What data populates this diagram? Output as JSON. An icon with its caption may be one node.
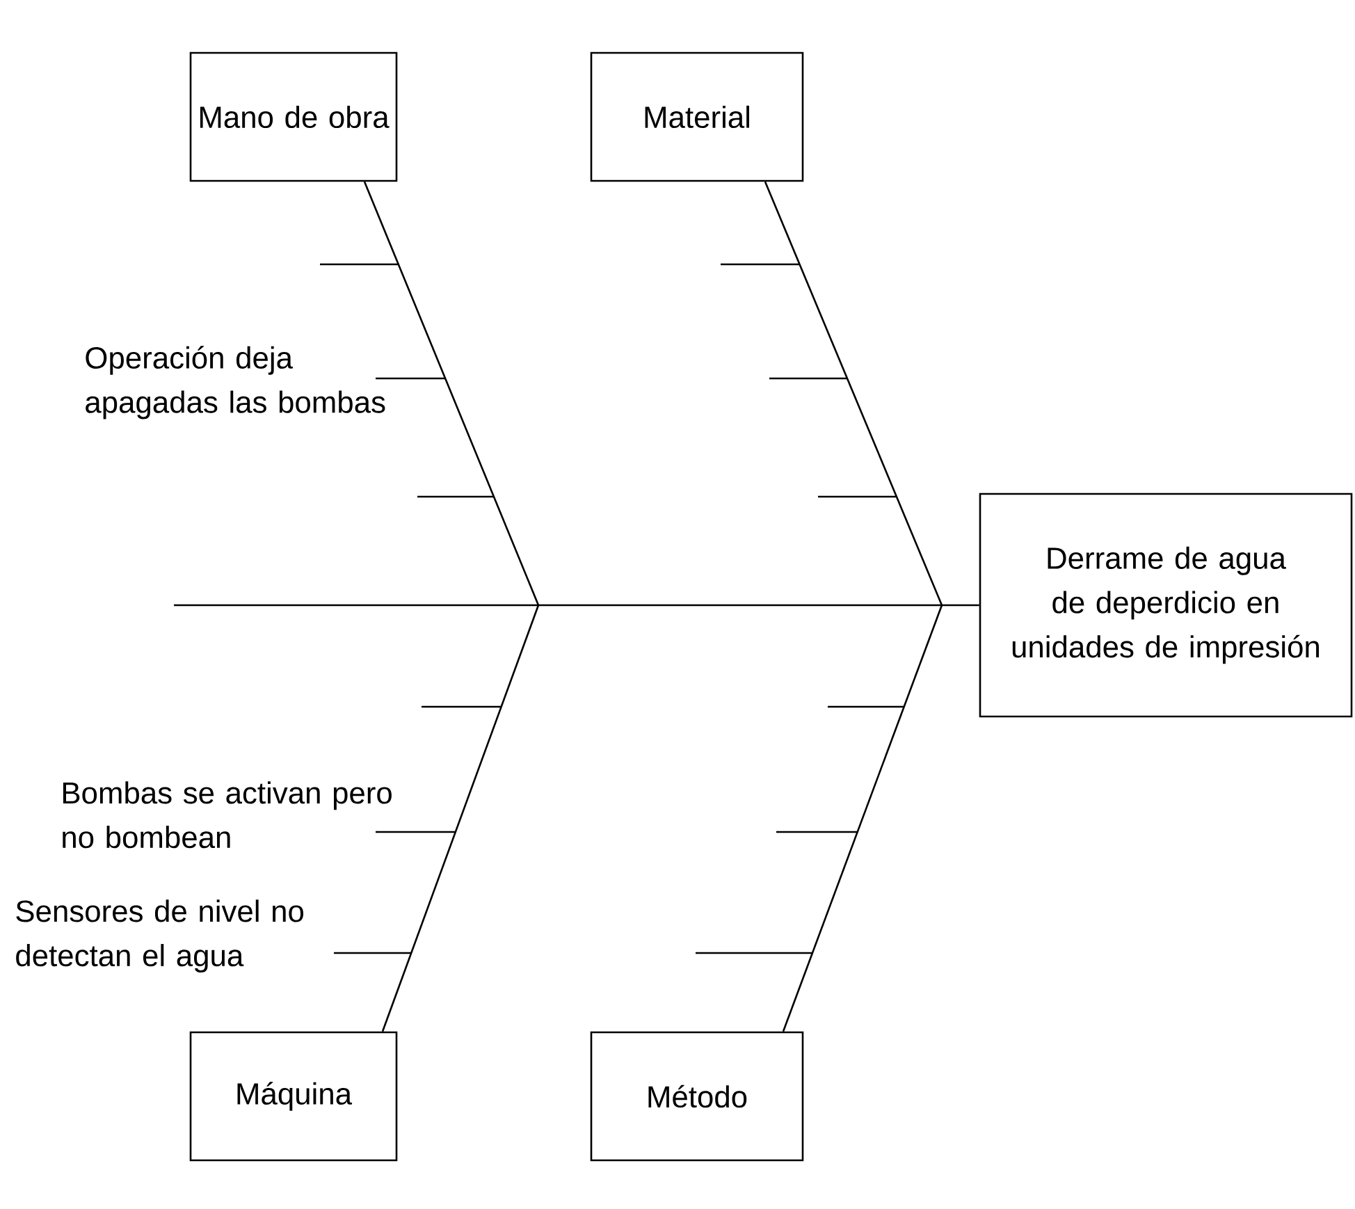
{
  "diagram": {
    "nodes": [
      {
        "text": [
          "Mano de obra"
        ]
      },
      {
        "text": [
          "Material"
        ]
      },
      {
        "text": [
          "Máquina"
        ]
      },
      {
        "text": [
          "Método"
        ]
      },
      {
        "text": [
          "Derrame de agua de deperdicio en unidades de impresión"
        ]
      }
    ],
    "edges": [
      {
        "from": 0,
        "to": null,
        "arrow": "none"
      },
      {
        "from": 1,
        "to": null,
        "arrow": "none"
      },
      {
        "from": 2,
        "to": null,
        "arrow": "none"
      },
      {
        "from": 3,
        "to": null,
        "arrow": "none"
      },
      {
        "from": null,
        "to": 4,
        "arrow": "none"
      }
    ],
    "labels": [
      "Operación deja apagadas las bombas",
      "Bombas se activan pero no bombean",
      "Sensores de nivel no detectan el agua"
    ]
  }
}
